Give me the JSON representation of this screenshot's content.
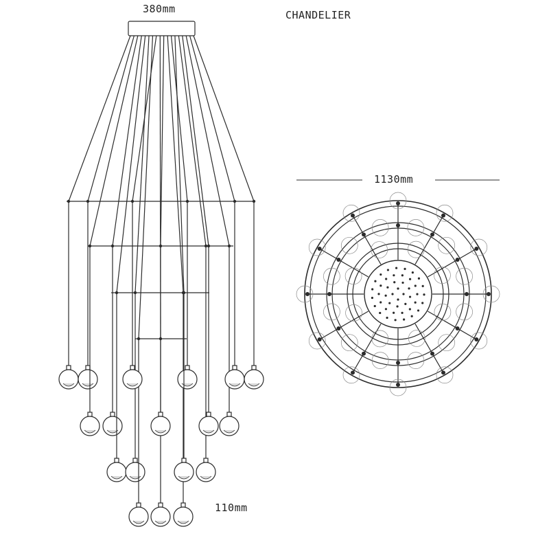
{
  "labels": {
    "canopy_width": "380mm",
    "product": "CHANDELIER",
    "diameter": "1130mm",
    "globe_size": "110mm"
  },
  "colors": {
    "line": "#2b2b2b",
    "shade": "#d9d9d9",
    "background": "#ffffff"
  }
}
